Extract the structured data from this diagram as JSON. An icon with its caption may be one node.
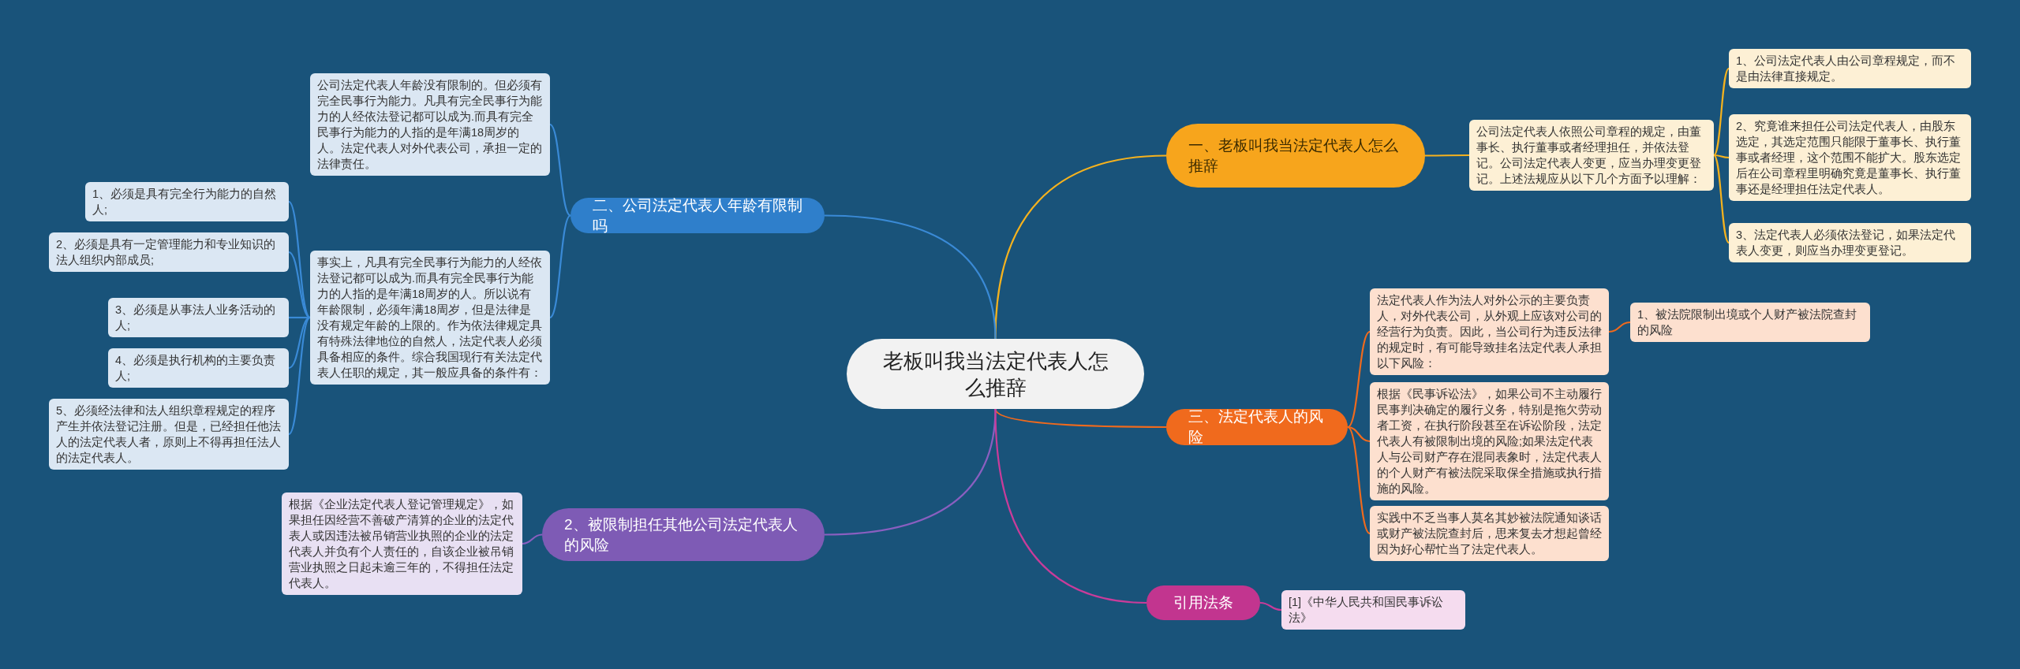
{
  "diagram": {
    "nodes": [
      {
        "text": [
          "老板叫我当法定代表人怎么推辞"
        ]
      },
      {
        "text": [
          "一、老板叫我当法定代表人怎么推辞"
        ]
      },
      {
        "text": [
          "公司法定代表人依照公司章程的规定，由董事长、执行董事或者经理担任，并依法登记。公司法定代表人变更，应当办理变更登记。上述法规应从以下几个方面予以理解："
        ]
      },
      {
        "text": [
          "1、公司法定代表人由公司章程规定，而不是由法律直接规定。"
        ]
      },
      {
        "text": [
          "2、究竟谁来担任公司法定代表人，由股东选定，其选定范围只能限于董事长、执行董事或者经理，这个范围不能扩大。股东选定后在公司章程里明确究竟是董事长、执行董事还是经理担任法定代表人。"
        ]
      },
      {
        "text": [
          "3、法定代表人必须依法登记，如果法定代表人变更，则应当办理变更登记。"
        ]
      },
      {
        "text": [
          "二、公司法定代表人年龄有限制吗"
        ]
      },
      {
        "text": [
          "公司法定代表人年龄没有限制的。但必须有完全民事行为能力。凡具有完全民事行为能力的人经依法登记都可以成为.而具有完全民事行为能力的人指的是年满18周岁的人。法定代表人对外代表公司，承担一定的法律责任。"
        ]
      },
      {
        "text": [
          "事实上，凡具有完全民事行为能力的人经依法登记都可以成为.而具有完全民事行为能力的人指的是年满18周岁的人。所以说有年龄限制，必须年满18周岁，但是法律是没有规定年龄的上限的。作为依法律规定具有特殊法律地位的自然人，法定代表人必须具备相应的条件。综合我国现行有关法定代表人任职的规定，其一般应具备的条件有："
        ]
      },
      {
        "text": [
          "1、必须是具有完全行为能力的自然人;"
        ]
      },
      {
        "text": [
          "2、必须是具有一定管理能力和专业知识的法人组织内部成员;"
        ]
      },
      {
        "text": [
          "3、必须是从事法人业务活动的人;"
        ]
      },
      {
        "text": [
          "4、必须是执行机构的主要负责人;"
        ]
      },
      {
        "text": [
          "5、必须经法律和法人组织章程规定的程序产生并依法登记注册。但是，已经担任他法人的法定代表人者，原则上不得再担任法人的法定代表人。"
        ]
      },
      {
        "text": [
          "三、法定代表人的风险"
        ]
      },
      {
        "text": [
          "法定代表人作为法人对外公示的主要负责人，对外代表公司，从外观上应该对公司的经营行为负责。因此，当公司行为违反法律的规定时，有可能导致挂名法定代表人承担以下风险："
        ]
      },
      {
        "text": [
          "根据《民事诉讼法》，如果公司不主动履行民事判决确定的履行义务，特别是拖欠劳动者工资，在执行阶段甚至在诉讼阶段，法定代表人有被限制出境的风险;如果法定代表人与公司财产存在混同表象时，法定代表人的个人财产有被法院采取保全措施或执行措施的风险。"
        ]
      },
      {
        "text": [
          "实践中不乏当事人莫名其妙被法院通知谈话或财产被法院查封后，思来复去才想起曾经因为好心帮忙当了法定代表人。"
        ]
      },
      {
        "text": [
          "1、被法院限制出境或个人财产被法院查封的风险"
        ]
      },
      {
        "text": [
          "2、被限制担任其他公司法定代表人的风险"
        ]
      },
      {
        "text": [
          "根据《企业法定代表人登记管理规定》，如果担任因经营不善破产清算的企业的法定代表人或因违法被吊销营业执照的企业的法定代表人并负有个人责任的，自该企业被吊销营业执照之日起未逾三年的，不得担任法定代表人。"
        ]
      },
      {
        "text": [
          "引用法条"
        ]
      },
      {
        "text": [
          "[1]《中华人民共和国民事诉讼法》"
        ]
      }
    ],
    "edges": [
      {
        "from": 0,
        "to": 1,
        "arrow": "none",
        "color": "#f5b21e"
      },
      {
        "from": 1,
        "to": 2,
        "arrow": "none",
        "color": "#f5b21e"
      },
      {
        "from": 2,
        "to": 3,
        "arrow": "none",
        "color": "#f5b21e"
      },
      {
        "from": 2,
        "to": 4,
        "arrow": "none",
        "color": "#f5b21e"
      },
      {
        "from": 2,
        "to": 5,
        "arrow": "none",
        "color": "#f5b21e"
      },
      {
        "from": 0,
        "to": 6,
        "arrow": "none",
        "color": "#3a8ad6"
      },
      {
        "from": 6,
        "to": 7,
        "arrow": "none",
        "color": "#3a8ad6"
      },
      {
        "from": 6,
        "to": 8,
        "arrow": "none",
        "color": "#3a8ad6"
      },
      {
        "from": 8,
        "to": 9,
        "arrow": "none",
        "color": "#3a8ad6"
      },
      {
        "from": 8,
        "to": 10,
        "arrow": "none",
        "color": "#3a8ad6"
      },
      {
        "from": 8,
        "to": 11,
        "arrow": "none",
        "color": "#3a8ad6"
      },
      {
        "from": 8,
        "to": 12,
        "arrow": "none",
        "color": "#3a8ad6"
      },
      {
        "from": 8,
        "to": 13,
        "arrow": "none",
        "color": "#3a8ad6"
      },
      {
        "from": 0,
        "to": 14,
        "arrow": "none",
        "color": "#f06a1d"
      },
      {
        "from": 14,
        "to": 15,
        "arrow": "none",
        "color": "#f06a1d"
      },
      {
        "from": 14,
        "to": 16,
        "arrow": "none",
        "color": "#f06a1d"
      },
      {
        "from": 14,
        "to": 17,
        "arrow": "none",
        "color": "#f06a1d"
      },
      {
        "from": 15,
        "to": 18,
        "arrow": "none",
        "color": "#f06a1d"
      },
      {
        "from": 0,
        "to": 19,
        "arrow": "none",
        "color": "#8a5fc0"
      },
      {
        "from": 19,
        "to": 20,
        "arrow": "none",
        "color": "#8a5fc0"
      },
      {
        "from": 0,
        "to": 21,
        "arrow": "none",
        "color": "#c93c9a"
      },
      {
        "from": 21,
        "to": 22,
        "arrow": "none",
        "color": "#c93c9a"
      }
    ]
  }
}
